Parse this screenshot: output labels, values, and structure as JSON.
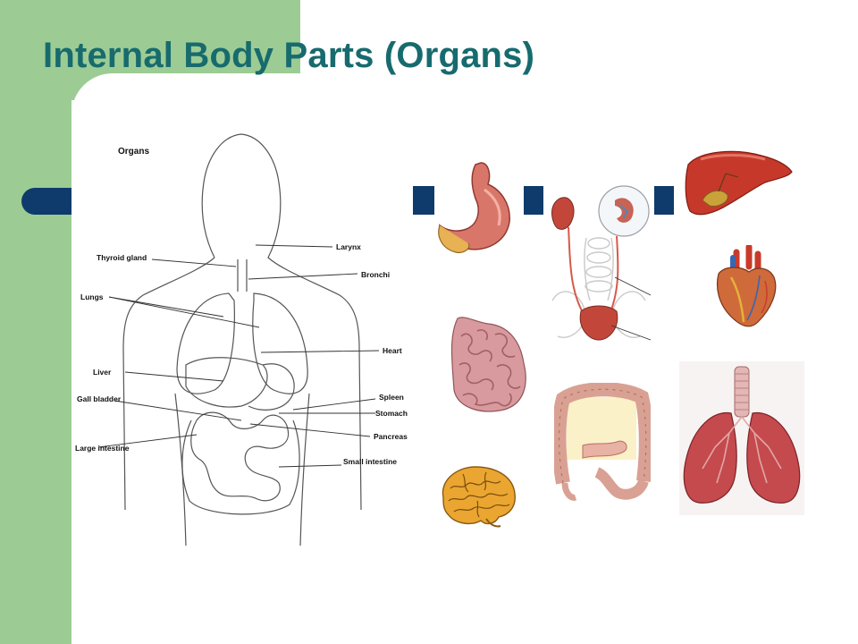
{
  "slide": {
    "title": "Internal Body Parts (Organs)",
    "colors": {
      "accent_green": "#9ccc94",
      "title_teal": "#176b6e",
      "bullet_navy": "#0e3b6b"
    }
  },
  "diagram": {
    "heading": "Organs",
    "labels": {
      "larynx": "Larynx",
      "thyroid_gland": "Thyroid gland",
      "bronchi": "Bronchi",
      "lungs": "Lungs",
      "heart": "Heart",
      "liver": "Liver",
      "spleen": "Spleen",
      "gall_bladder": "Gall bladder",
      "stomach": "Stomach",
      "pancreas": "Pancreas",
      "large_intestine": "Large intestine",
      "small_intestine": "Small intestine"
    }
  },
  "images": [
    {
      "icon": "stomach-illustration"
    },
    {
      "icon": "kidneys-bladder-illustration"
    },
    {
      "icon": "liver-illustration"
    },
    {
      "icon": "heart-illustration"
    },
    {
      "icon": "small-intestine-illustration"
    },
    {
      "icon": "large-intestine-illustration"
    },
    {
      "icon": "lungs-illustration"
    },
    {
      "icon": "brain-illustration"
    }
  ]
}
